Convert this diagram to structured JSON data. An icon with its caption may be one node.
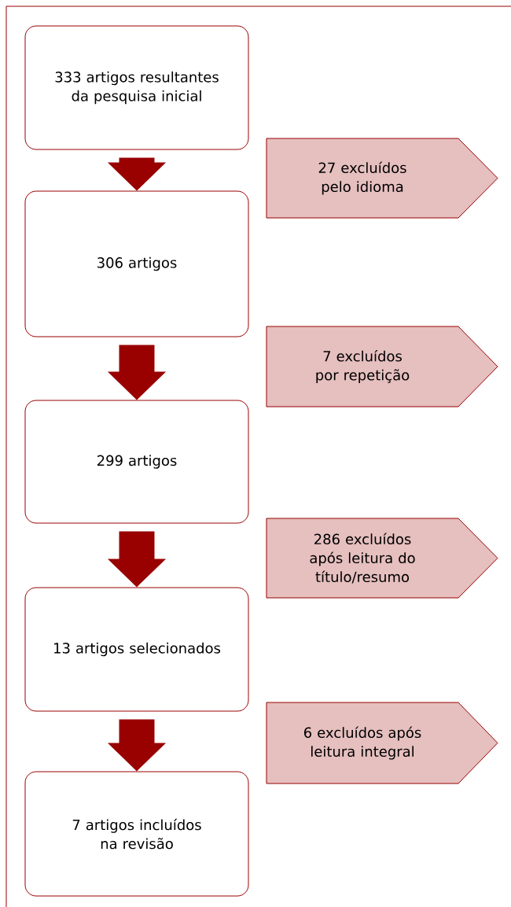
{
  "diagram": {
    "nodes": [
      {
        "text": [
          "333 artigos resultantes da pesquisa inicial"
        ]
      },
      {
        "text": [
          "306 artigos"
        ]
      },
      {
        "text": [
          "299 artigos"
        ]
      },
      {
        "text": [
          "13 artigos selecionados"
        ]
      },
      {
        "text": [
          "7 artigos incluídos na revisão"
        ]
      },
      {
        "text": [
          "27 excluídos pelo idioma"
        ]
      },
      {
        "text": [
          "7 excluídos por repetição"
        ]
      },
      {
        "text": [
          "286 excluídos após leitura do título/resumo"
        ]
      },
      {
        "text": [
          "6 excluídos após leitura integral"
        ]
      }
    ],
    "edges": [
      {
        "from": 0,
        "to": 1,
        "arrow": "to"
      },
      {
        "from": 1,
        "to": 2,
        "arrow": "to"
      },
      {
        "from": 2,
        "to": 3,
        "arrow": "to"
      },
      {
        "from": 3,
        "to": 4,
        "arrow": "to"
      }
    ]
  }
}
